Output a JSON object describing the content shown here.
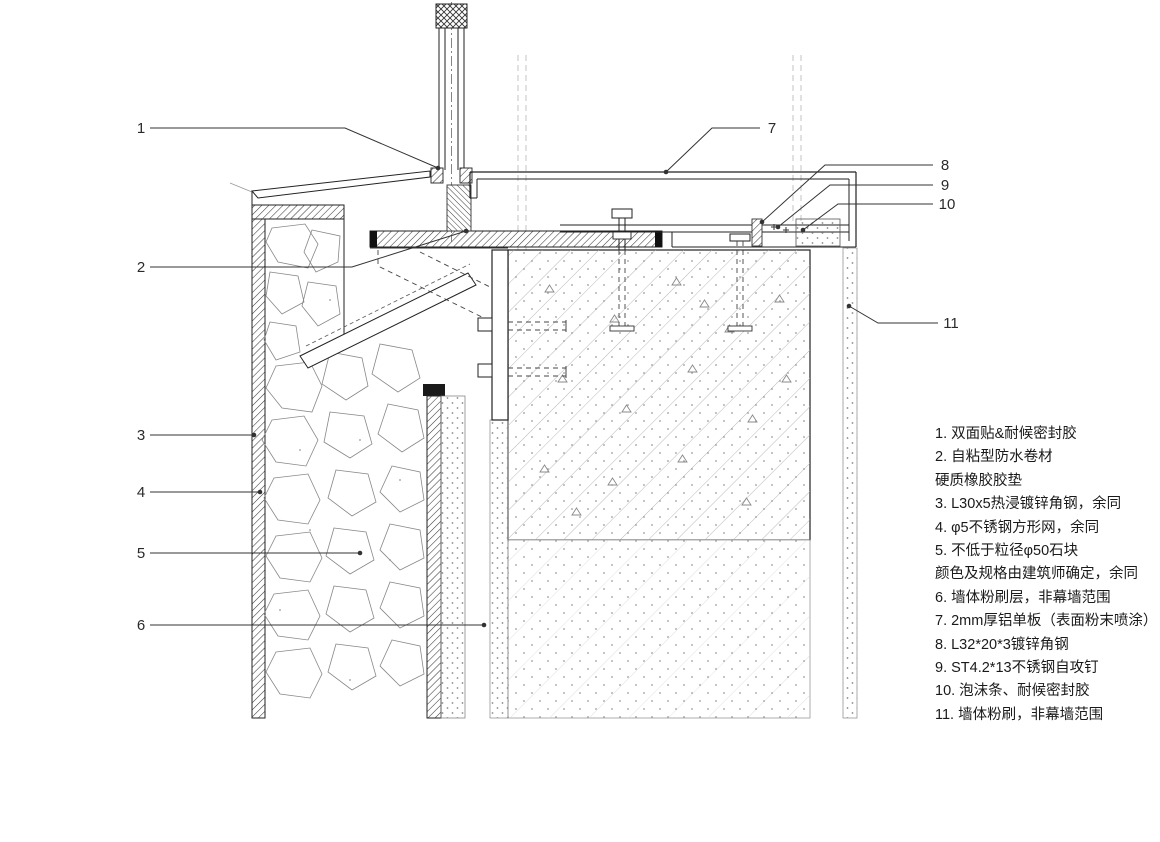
{
  "page": {
    "background": "#ffffff"
  },
  "colors": {
    "line_dark": "#1a1a1a",
    "line_medium": "#555555",
    "hatch_light": "#b0b0b0",
    "text": "#2a2a2a"
  },
  "callouts": {
    "c1": "1",
    "c2": "2",
    "c3": "3",
    "c4": "4",
    "c5": "5",
    "c6": "6",
    "c7": "7",
    "c8": "8",
    "c9": "9",
    "c10": "10",
    "c11": "11"
  },
  "legend": {
    "lines": [
      "1. 双面贴&耐候密封胶",
      "2. 自粘型防水卷材",
      "硬质橡胶胶垫",
      "3. L30x5热浸镀锌角钢，余同",
      "4. φ5不锈钢方形网，余同",
      "5. 不低于粒径φ50石块",
      "颜色及规格由建筑师确定，余同",
      "6. 墙体粉刷层，非幕墙范围",
      "7. 2mm厚铝单板（表面粉末喷涂）",
      "8. L32*20*3镀锌角钢",
      "9. ST4.2*13不锈钢自攻钉",
      "10. 泡沫条、耐候密封胶",
      "11. 墙体粉刷，非幕墙范围"
    ]
  }
}
